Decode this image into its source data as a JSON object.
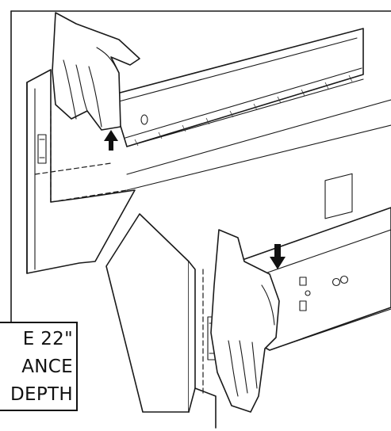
{
  "note": {
    "lines": [
      "E 22\"",
      "ANCE",
      "DEPTH"
    ]
  },
  "colors": {
    "ink": "#1a1a1a",
    "paper": "#ffffff"
  }
}
